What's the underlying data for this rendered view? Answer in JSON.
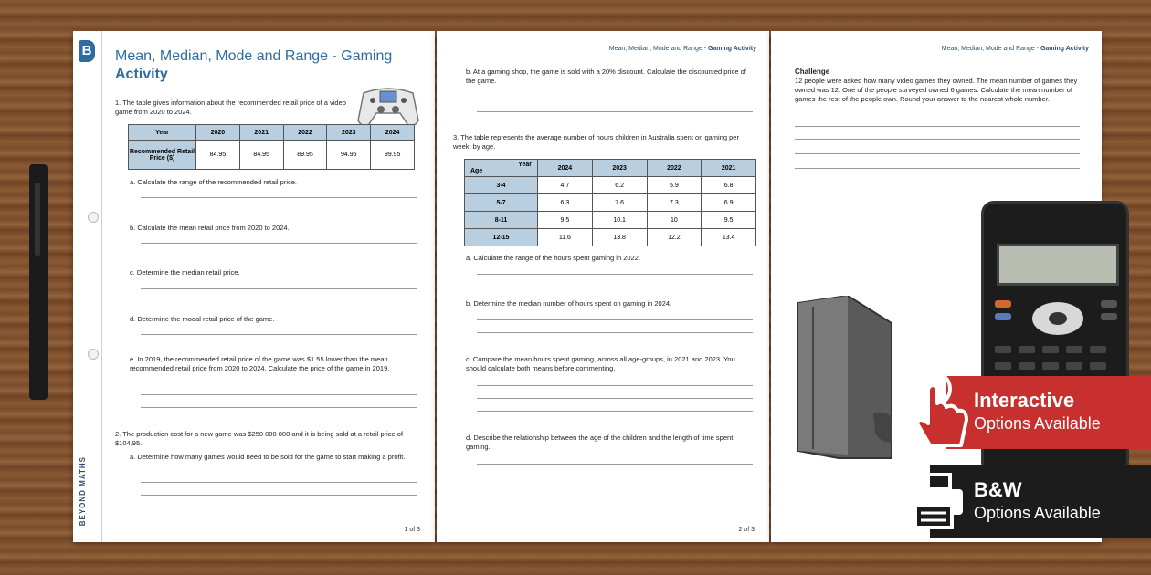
{
  "page1": {
    "brand_logo": "B",
    "brand_text": "BEYOND MATHS",
    "title_line1": "Mean, Median, Mode and Range - Gaming",
    "title_line2": "Activity",
    "q1_text": "1.   The table gives information about the recommended retail price of a video game from 2020 to 2024.",
    "table1": {
      "header": [
        "Year",
        "2020",
        "2021",
        "2022",
        "2023",
        "2024"
      ],
      "row_label": "Recommended Retail Price ($)",
      "values": [
        "84.95",
        "84.95",
        "89.95",
        "94.95",
        "99.95"
      ]
    },
    "q1a": "a.   Calculate the range of the recommended retail price.",
    "q1b": "b.   Calculate the mean retail price from 2020 to 2024.",
    "q1c": "c.   Determine the median retail price.",
    "q1d": "d.   Determine the modal retail price of the game.",
    "q1e": "e.   In 2019, the recommended retail price of the game was $1.55 lower than the mean recommended retail price from 2020 to 2024. Calculate the price of the game in 2019.",
    "q2_text": "2.   The production cost for a new game was $250 000 000 and it is being sold at a retail price of $104.95.",
    "q2a": "a.   Determine how many games would need to be sold for the game to start making a profit.",
    "page_num": "1 of 3"
  },
  "page2": {
    "header_plain": "Mean, Median, Mode and Range - ",
    "header_bold": "Gaming Activity",
    "q2b": "b.   At a gaming shop, the game is sold with a 20% discount. Calculate the discounted price of the game.",
    "q3_text": "3.   The table represents the average number of hours children in Australia spent on gaming per week, by age.",
    "table2": {
      "corner_year": "Year",
      "corner_age": "Age",
      "years": [
        "2024",
        "2023",
        "2022",
        "2021"
      ],
      "rows": [
        {
          "age": "3-4",
          "values": [
            "4.7",
            "6.2",
            "5.9",
            "6.8"
          ]
        },
        {
          "age": "5-7",
          "values": [
            "6.3",
            "7.6",
            "7.3",
            "6.9"
          ]
        },
        {
          "age": "8-11",
          "values": [
            "9.5",
            "10.1",
            "10",
            "9.5"
          ]
        },
        {
          "age": "12-15",
          "values": [
            "11.6",
            "13.8",
            "12.2",
            "13.4"
          ]
        }
      ]
    },
    "q3a": "a.   Calculate the range of the hours spent gaming in 2022.",
    "q3b": "b.   Determine the median number of hours spent on gaming in 2024.",
    "q3c": "c.   Compare the mean hours spent gaming, across all age-groups, in 2021 and 2023. You should calculate both means before commenting.",
    "q3d": "d.   Describe the relationship between the age of the children and the length of time spent gaming.",
    "page_num": "2 of 3"
  },
  "page3": {
    "header_plain": "Mean, Median, Mode and Range - ",
    "header_bold": "Gaming Activity",
    "challenge_title": "Challenge",
    "challenge_text": "12 people were asked how many video games they owned. The mean number of games they owned was 12. One of the people surveyed owned 6 games. Calculate the mean number of games the rest of the people own. Round your answer to the nearest whole number."
  },
  "banners": {
    "interactive_title": "Interactive",
    "interactive_sub": "Options Available",
    "bw_title": "B&W",
    "bw_sub": "Options Available"
  },
  "icons": {
    "tap": "hand-tap-icon",
    "printer": "printer-icon"
  },
  "colors": {
    "brand_blue": "#2e6da4",
    "interactive_red": "#c8302f",
    "bw_black": "#1c1c1c",
    "table_header": "#b9cfe0"
  }
}
